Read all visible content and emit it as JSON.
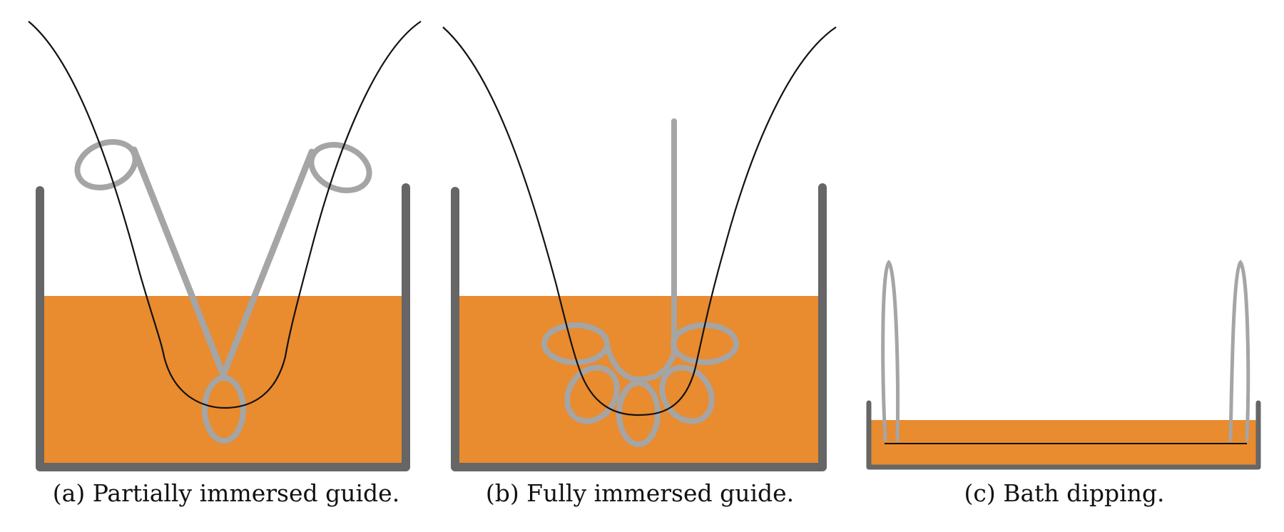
{
  "colors": {
    "fluid": "#E98B2F",
    "container": "#666666",
    "guide": "#A5A5A5",
    "fiber": "#111111",
    "background": "#FFFFFF"
  },
  "panels": [
    {
      "id": "a",
      "caption": "(a) Partially immersed guide."
    },
    {
      "id": "b",
      "caption": "(b) Fully immersed guide."
    },
    {
      "id": "c",
      "caption": "(c) Bath dipping."
    }
  ]
}
